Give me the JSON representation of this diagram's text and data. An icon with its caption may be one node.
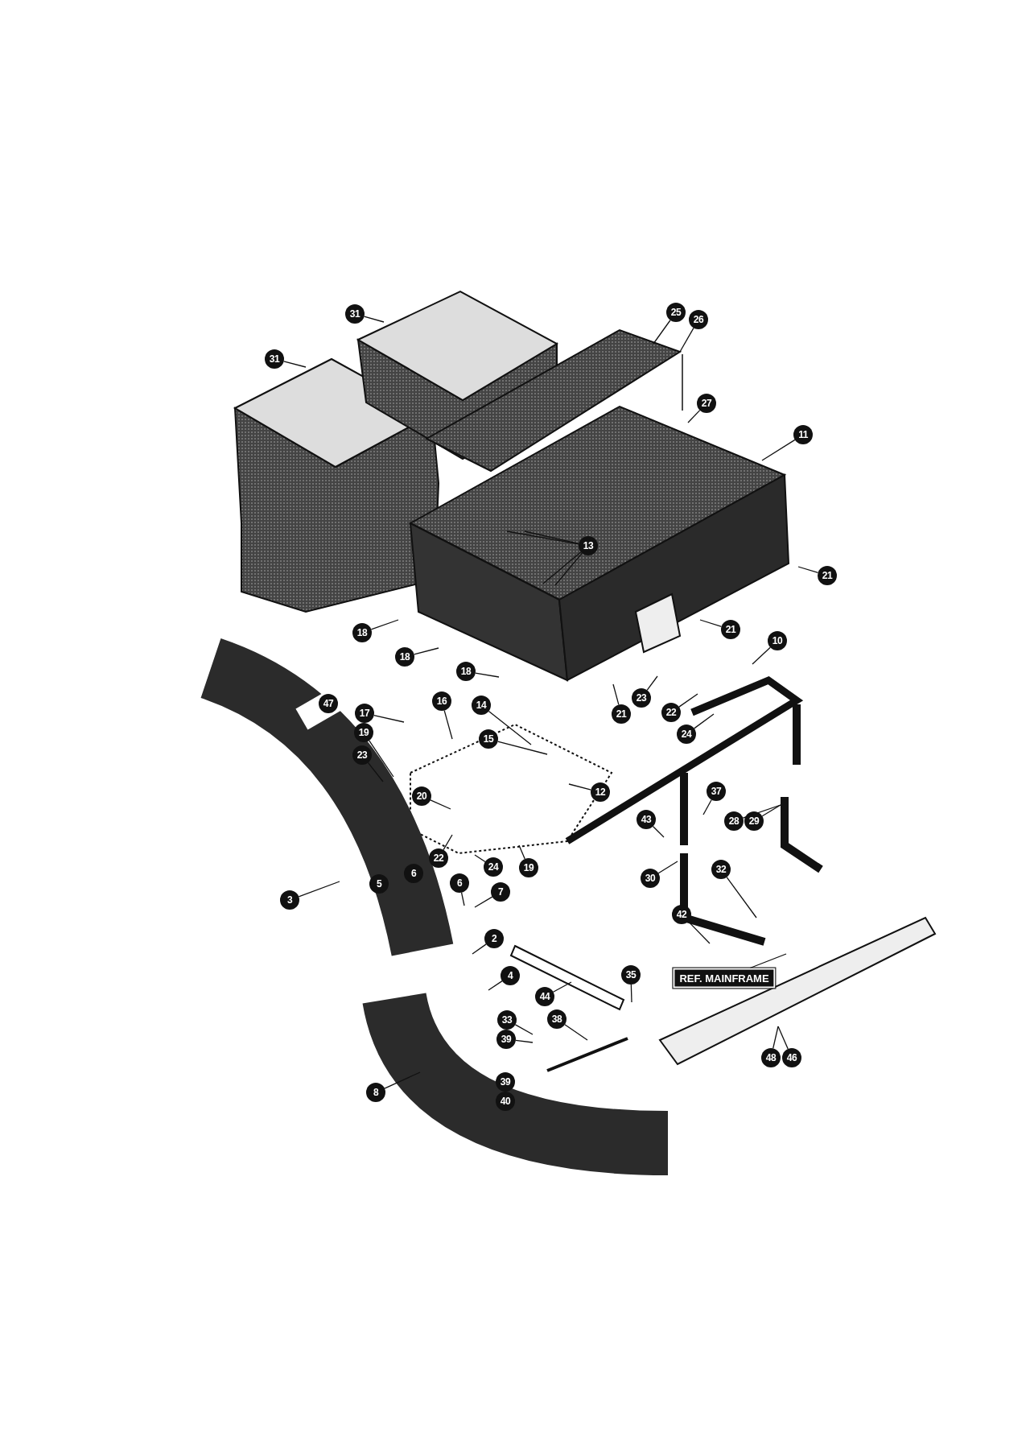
{
  "diagram": {
    "nodes": [
      {
        "text": [
          "31"
        ]
      },
      {
        "text": [
          "25"
        ]
      },
      {
        "text": [
          "26"
        ]
      },
      {
        "text": [
          "31"
        ]
      },
      {
        "text": [
          "27"
        ]
      },
      {
        "text": [
          "11"
        ]
      },
      {
        "text": [
          "13"
        ]
      },
      {
        "text": [
          "21"
        ]
      },
      {
        "text": [
          "21"
        ]
      },
      {
        "text": [
          "18"
        ]
      },
      {
        "text": [
          "10"
        ]
      },
      {
        "text": [
          "18"
        ]
      },
      {
        "text": [
          "18"
        ]
      },
      {
        "text": [
          "23"
        ]
      },
      {
        "text": [
          "16"
        ]
      },
      {
        "text": [
          "14"
        ]
      },
      {
        "text": [
          "22"
        ]
      },
      {
        "text": [
          "17"
        ]
      },
      {
        "text": [
          "21"
        ]
      },
      {
        "text": [
          "19"
        ]
      },
      {
        "text": [
          "24"
        ]
      },
      {
        "text": [
          "15"
        ]
      },
      {
        "text": [
          "23"
        ]
      },
      {
        "text": [
          "37"
        ]
      },
      {
        "text": [
          "12"
        ]
      },
      {
        "text": [
          "20"
        ]
      },
      {
        "text": [
          "43"
        ]
      },
      {
        "text": [
          "28"
        ]
      },
      {
        "text": [
          "29"
        ]
      },
      {
        "text": [
          "22"
        ]
      },
      {
        "text": [
          "24"
        ]
      },
      {
        "text": [
          "19"
        ]
      },
      {
        "text": [
          "32"
        ]
      },
      {
        "text": [
          "30"
        ]
      },
      {
        "text": [
          "7"
        ]
      },
      {
        "text": [
          "6"
        ]
      },
      {
        "text": [
          "3"
        ]
      },
      {
        "text": [
          "42"
        ]
      },
      {
        "text": [
          "2"
        ]
      },
      {
        "text": [
          "35"
        ]
      },
      {
        "text": [
          "4"
        ]
      },
      {
        "text": [
          "REF. MAINFRAME"
        ]
      },
      {
        "text": [
          "44"
        ]
      },
      {
        "text": [
          "33"
        ]
      },
      {
        "text": [
          "38"
        ]
      },
      {
        "text": [
          "39"
        ]
      },
      {
        "text": [
          "48"
        ]
      },
      {
        "text": [
          "46"
        ]
      },
      {
        "text": [
          "8"
        ]
      },
      {
        "text": [
          "47"
        ]
      },
      {
        "text": [
          "5"
        ]
      },
      {
        "text": [
          "6"
        ]
      },
      {
        "text": [
          "39"
        ]
      },
      {
        "text": [
          "40"
        ]
      }
    ],
    "edges": [
      {
        "from": 0,
        "to": null,
        "arrow": "none"
      },
      {
        "from": 1,
        "to": null,
        "arrow": "none"
      },
      {
        "from": 2,
        "to": null,
        "arrow": "none"
      },
      {
        "from": 3,
        "to": null,
        "arrow": "none"
      },
      {
        "from": 4,
        "to": null,
        "arrow": "none"
      },
      {
        "from": 5,
        "to": null,
        "arrow": "none"
      },
      {
        "from": 6,
        "to": null,
        "arrow": "none"
      },
      {
        "from": 6,
        "to": null,
        "arrow": "none"
      },
      {
        "from": 6,
        "to": null,
        "arrow": "none"
      },
      {
        "from": 6,
        "to": null,
        "arrow": "none"
      },
      {
        "from": 7,
        "to": null,
        "arrow": "none"
      },
      {
        "from": 8,
        "to": null,
        "arrow": "none"
      },
      {
        "from": 9,
        "to": null,
        "arrow": "none"
      },
      {
        "from": 10,
        "to": null,
        "arrow": "none"
      },
      {
        "from": 11,
        "to": null,
        "arrow": "none"
      },
      {
        "from": 12,
        "to": null,
        "arrow": "none"
      },
      {
        "from": 13,
        "to": null,
        "arrow": "none"
      },
      {
        "from": 14,
        "to": null,
        "arrow": "none"
      },
      {
        "from": 15,
        "to": null,
        "arrow": "none"
      },
      {
        "from": 16,
        "to": null,
        "arrow": "none"
      },
      {
        "from": 17,
        "to": null,
        "arrow": "none"
      },
      {
        "from": 18,
        "to": null,
        "arrow": "none"
      },
      {
        "from": 19,
        "to": null,
        "arrow": "none"
      },
      {
        "from": 20,
        "to": null,
        "arrow": "none"
      },
      {
        "from": 21,
        "to": null,
        "arrow": "none"
      },
      {
        "from": 22,
        "to": null,
        "arrow": "none"
      },
      {
        "from": 23,
        "to": null,
        "arrow": "none"
      },
      {
        "from": 24,
        "to": null,
        "arrow": "none"
      },
      {
        "from": 25,
        "to": null,
        "arrow": "none"
      },
      {
        "from": 26,
        "to": null,
        "arrow": "none"
      },
      {
        "from": 27,
        "to": null,
        "arrow": "none"
      },
      {
        "from": 28,
        "to": null,
        "arrow": "none"
      },
      {
        "from": 29,
        "to": null,
        "arrow": "none"
      },
      {
        "from": 30,
        "to": null,
        "arrow": "none"
      },
      {
        "from": 31,
        "to": null,
        "arrow": "none"
      },
      {
        "from": 32,
        "to": null,
        "arrow": "none"
      },
      {
        "from": 33,
        "to": null,
        "arrow": "none"
      },
      {
        "from": 34,
        "to": null,
        "arrow": "none"
      },
      {
        "from": 35,
        "to": null,
        "arrow": "none"
      },
      {
        "from": 36,
        "to": null,
        "arrow": "none"
      },
      {
        "from": 37,
        "to": null,
        "arrow": "none"
      },
      {
        "from": 38,
        "to": null,
        "arrow": "none"
      },
      {
        "from": 39,
        "to": null,
        "arrow": "none"
      },
      {
        "from": 40,
        "to": null,
        "arrow": "none"
      },
      {
        "from": 41,
        "to": null,
        "arrow": "none"
      },
      {
        "from": 42,
        "to": null,
        "arrow": "none"
      },
      {
        "from": 43,
        "to": null,
        "arrow": "none"
      },
      {
        "from": 44,
        "to": null,
        "arrow": "none"
      },
      {
        "from": 45,
        "to": null,
        "arrow": "none"
      },
      {
        "from": 46,
        "to": null,
        "arrow": "none"
      },
      {
        "from": 47,
        "to": null,
        "arrow": "none"
      },
      {
        "from": 48,
        "to": null,
        "arrow": "none"
      }
    ],
    "labels": []
  }
}
